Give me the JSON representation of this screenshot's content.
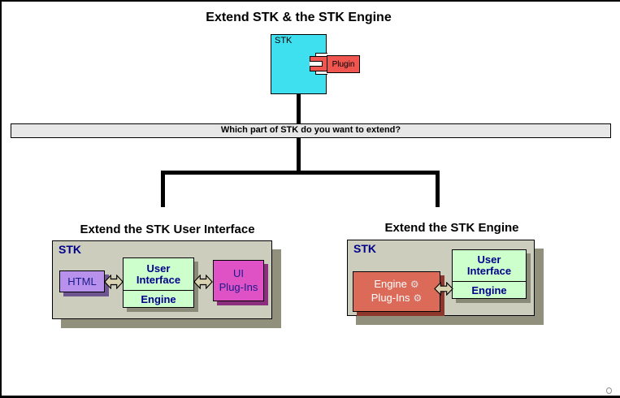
{
  "page": {
    "title": "Extend STK & the STK Engine"
  },
  "stk_component": {
    "label": "STK",
    "plugin_label": "Plugin"
  },
  "banner": {
    "question": "Which part of STK do you want to extend?"
  },
  "left_branch": {
    "title": "Extend the STK User Interface",
    "container_label": "STK",
    "html_box_label": "HTML",
    "ui_engine_box": {
      "top_label": "User Interface",
      "bottom_label": "Engine"
    },
    "ui_plugins_box": {
      "line1": "UI",
      "line2": "Plug-Ins"
    }
  },
  "right_branch": {
    "title": "Extend the STK Engine",
    "container_label": "STK",
    "engine_plugins_box": {
      "line1": "Engine",
      "line2": "Plug-Ins"
    },
    "ui_engine_box": {
      "top_label": "User Interface",
      "bottom_label": "Engine"
    }
  },
  "icons": {
    "gear": "⚙"
  },
  "colors": {
    "stk_component_cyan": "#3EDFEE",
    "plugin_red": "#EE564F",
    "banner_gray": "#E7E7E7",
    "container_beige": "#CDCDBD",
    "container_shadow": "#90907C",
    "html_purple": "#B791EC",
    "ui_engine_green": "#CCFFCC",
    "ui_plugins_magenta": "#DF52C6",
    "engine_plugins_salmon": "#DC6A59",
    "label_navy": "#00008B",
    "arrow_fill_tan": "#D9D2B0"
  }
}
